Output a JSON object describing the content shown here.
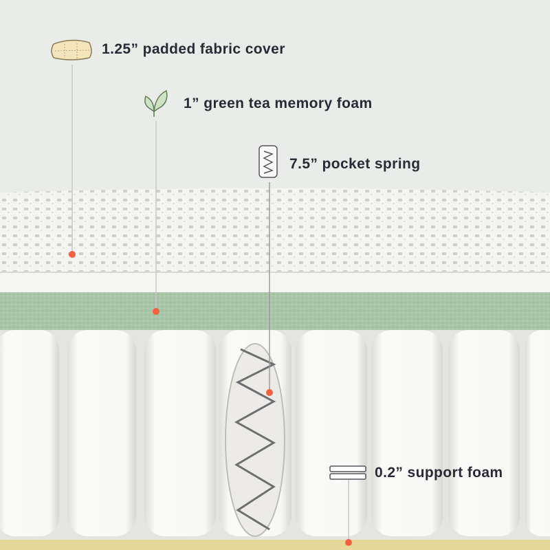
{
  "palette": {
    "background": "#e9ece8",
    "cover": "#f3f3f1",
    "foam": "#a9c6a8",
    "spring_fabric": "#f7f7f5",
    "support_foam": "#e6d79a",
    "marker": "#f2623f",
    "leader": "#c7c7c7",
    "text": "#2a2a34"
  },
  "callouts": [
    {
      "icon": "pillow-icon",
      "label": "1.25” padded fabric cover"
    },
    {
      "icon": "leaf-icon",
      "label": "1” green tea memory foam"
    },
    {
      "icon": "spring-icon",
      "label": "7.5” pocket spring"
    },
    {
      "icon": "foam-layer-icon",
      "label": "0.2” support foam"
    }
  ]
}
